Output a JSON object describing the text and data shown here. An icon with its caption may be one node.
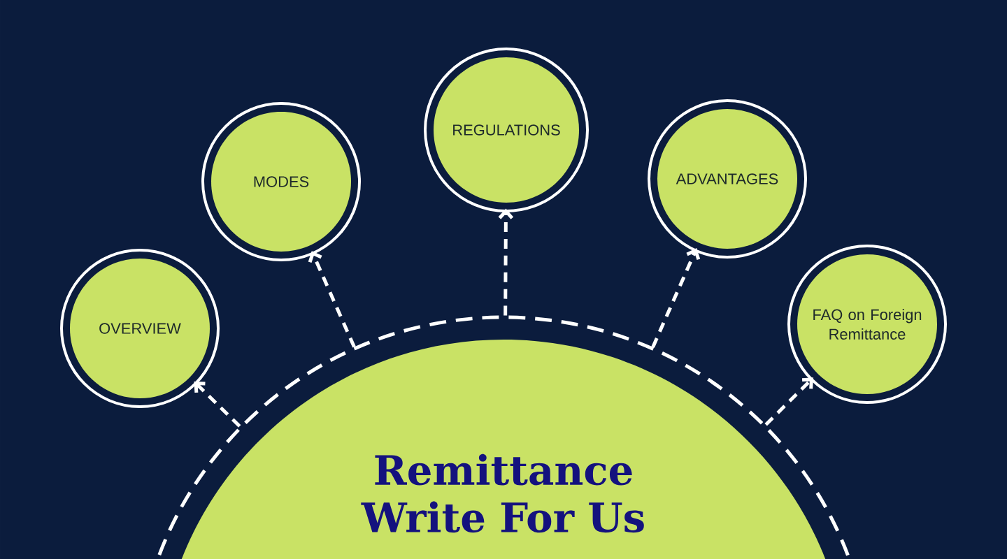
{
  "diagram": {
    "nodes": [
      {
        "text": [
          "Remittance Write For Us"
        ]
      },
      {
        "text": [
          "OVERVIEW"
        ]
      },
      {
        "text": [
          "MODES"
        ]
      },
      {
        "text": [
          "REGULATIONS"
        ]
      },
      {
        "text": [
          "ADVANTAGES"
        ]
      },
      {
        "text": [
          "FAQ on Foreign Remittance"
        ]
      }
    ],
    "edges": [
      {
        "from": 0,
        "to": 1,
        "arrow": "to",
        "style": "dashed"
      },
      {
        "from": 0,
        "to": 2,
        "arrow": "to",
        "style": "dashed"
      },
      {
        "from": 0,
        "to": 3,
        "arrow": "to",
        "style": "dashed"
      },
      {
        "from": 0,
        "to": 4,
        "arrow": "to",
        "style": "dashed"
      },
      {
        "from": 0,
        "to": 5,
        "arrow": "to",
        "style": "dashed"
      }
    ]
  }
}
